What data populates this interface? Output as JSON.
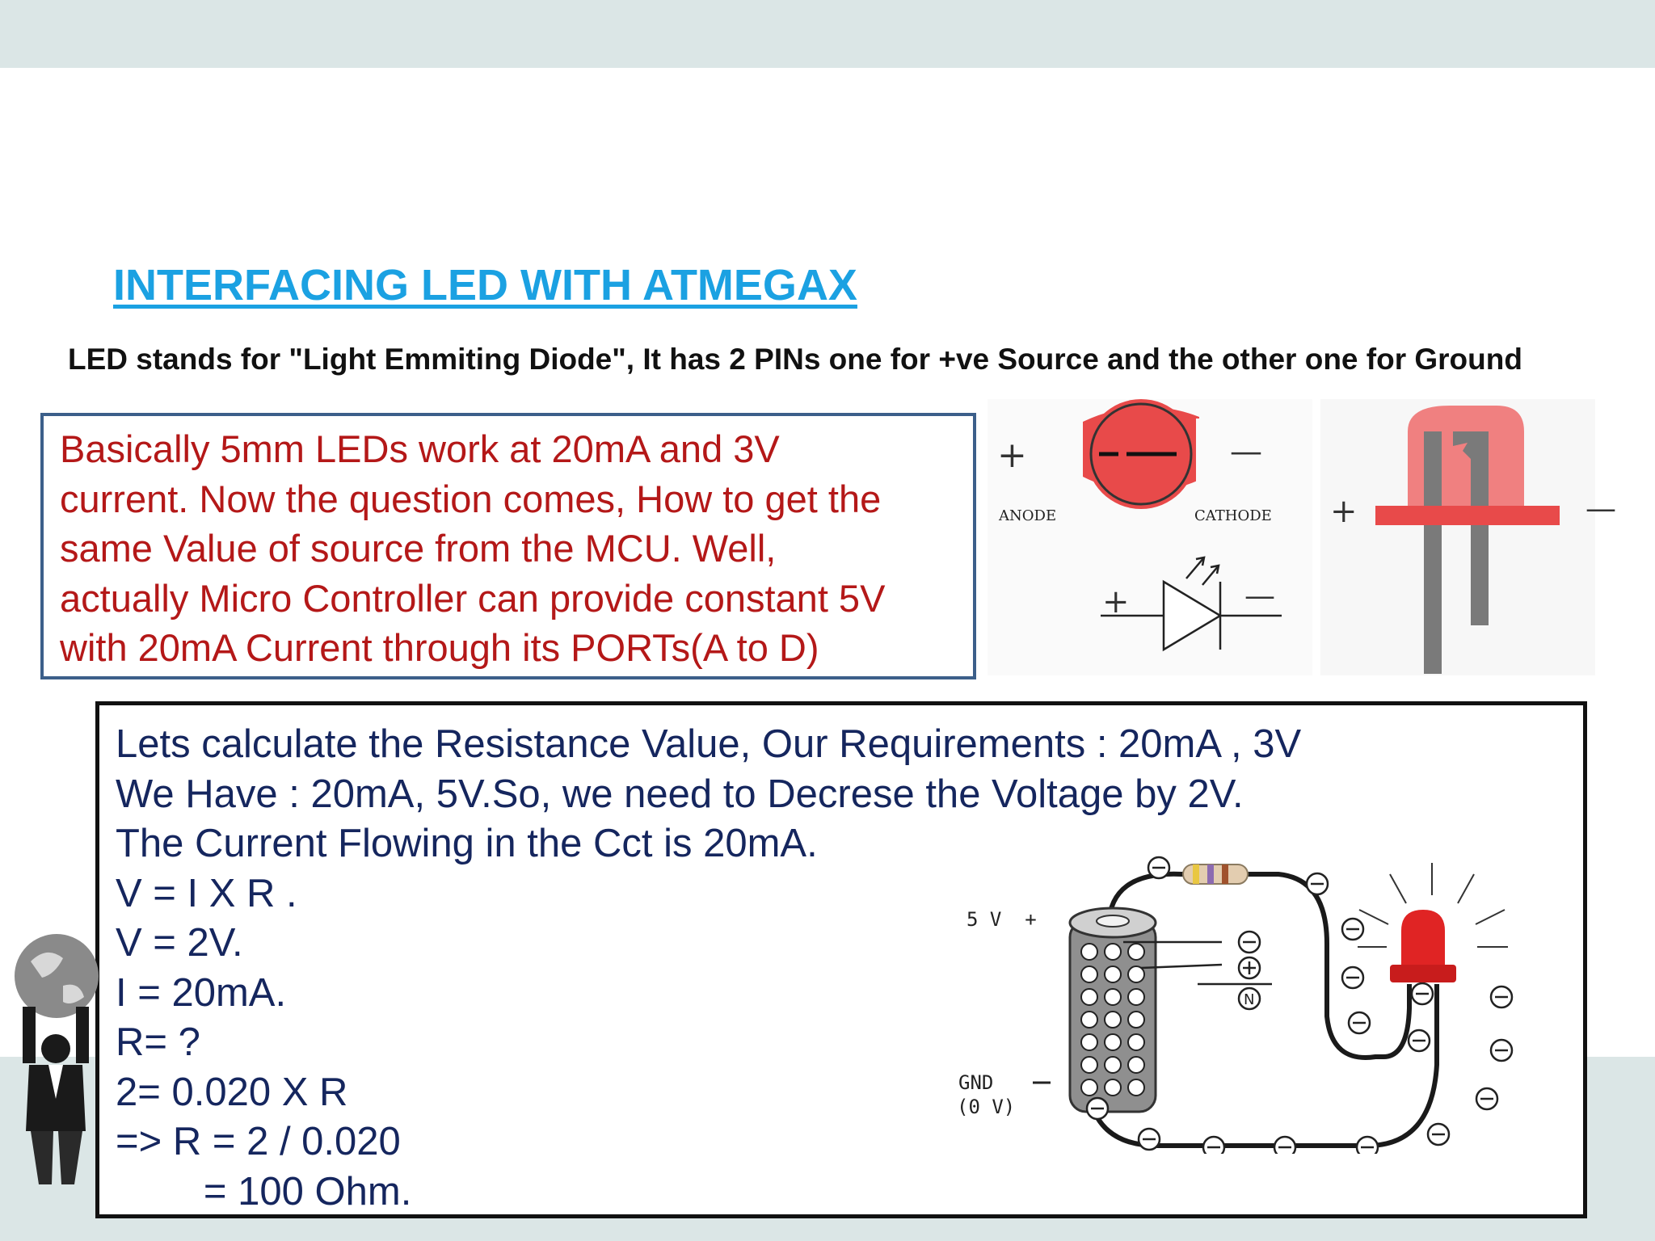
{
  "title": "INTERFACING LED WITH ATMEGAX",
  "subtitle": "LED stands for \"Light Emmiting Diode\", It has 2 PINs one for +ve Source and the other one for Ground",
  "info_box": {
    "lines": [
      " Basically 5mm LEDs work at 20mA and 3V",
      "current. Now the question comes, How to get the",
      "same Value of source from the MCU. Well,",
      "actually Micro Controller can provide constant 5V",
      "with 20mA Current through its PORTs(A to D)"
    ]
  },
  "led_diagram": {
    "anode_label": "ANODE",
    "cathode_label": "CATHODE",
    "plus": "+",
    "minus": "—",
    "colors": {
      "led_red": "#e84a4a",
      "led_light": "#f08080",
      "leg_gray": "#7a7a7a"
    }
  },
  "calc_box": {
    "lines": [
      " Lets calculate the Resistance Value, Our Requirements : 20mA , 3V",
      "We Have : 20mA, 5V.So, we need to Decrese the Voltage by 2V.",
      "The Current Flowing in the Cct is 20mA.",
      "V = I X R .",
      "V = 2V.",
      "I = 20mA.",
      "R= ?",
      "2= 0.020 X R",
      "=> R = 2 / 0.020",
      "        = 100 Ohm."
    ]
  },
  "circuit": {
    "supply_label": "5 V  +",
    "gnd_label": "GND",
    "gnd_sub": "(0 V)",
    "neutral_symbol": "N"
  }
}
